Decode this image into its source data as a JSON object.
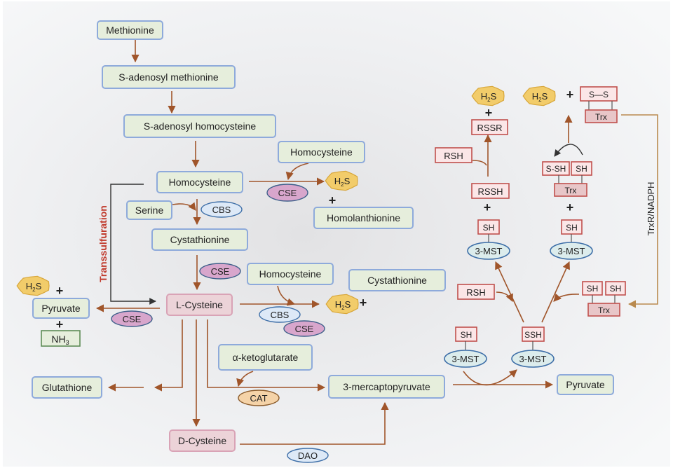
{
  "colors": {
    "arrow": "#a0552a",
    "transsulfuration_label": "#c0392b",
    "metabolite_fill": "#e6eedc",
    "metabolite_border": "#8eaadb",
    "cysteine_fill": "#ecd3d8",
    "cse_fill": "#d8a6cc",
    "cbs_fill": "#dde9f7",
    "cat_fill": "#f5d3a8",
    "h2s_fill": "#f2cc6a"
  },
  "nodes": {
    "methionine": "Methionine",
    "sam": "S-adenosyl methionine",
    "sah": "S-adenosyl homocysteine",
    "homocysteine_main": "Homocysteine",
    "homocysteine_top": "Homocysteine",
    "homolanthionine": "Homolanthionine",
    "serine": "Serine",
    "cystathionine_main": "Cystathionine",
    "homocysteine_mid": "Homocysteine",
    "cystathionine_right": "Cystathionine",
    "l_cysteine": "L-Cysteine",
    "pyruvate_left": "Pyruvate",
    "nh3": "NH",
    "nh3_sub": "3",
    "glutathione": "Glutathione",
    "alpha_kg": "α-ketoglutarate",
    "mercaptopyruvate": "3-mercaptopyruvate",
    "pyruvate_right": "Pyruvate",
    "d_cysteine": "D-Cysteine"
  },
  "enzymes": {
    "cse_1": "CSE",
    "cbs_1": "CBS",
    "cse_2": "CSE",
    "cse_3": "CSE",
    "cbs_2": "CBS",
    "cse_4": "CSE",
    "cat": "CAT",
    "dao": "DAO",
    "mst_1": "3-MST",
    "mst_2": "3-MST",
    "mst_3": "3-MST",
    "mst_4": "3-MST"
  },
  "h2s": {
    "main": "H",
    "sub": "2",
    "tail": "S"
  },
  "plus": "+",
  "labels": {
    "transsulfuration": "Transsulfuration",
    "trxr_nadph": "TrxR/NADPH"
  },
  "tags": {
    "rssr": "RSSR",
    "rsh_top": "RSH",
    "rssh": "RSSH",
    "sh_mst1": "SH",
    "ssh_trx": "S-SH",
    "sh_trx": "SH",
    "trx_mid": "Trx",
    "sh_mst2": "SH",
    "s_s": "S—S",
    "trx_top": "Trx",
    "rsh_bottom": "RSH",
    "sh_trx_a": "SH",
    "sh_trx_b": "SH",
    "trx_bottom": "Trx",
    "sh_mst3": "SH",
    "ssh_mst4": "SSH"
  }
}
